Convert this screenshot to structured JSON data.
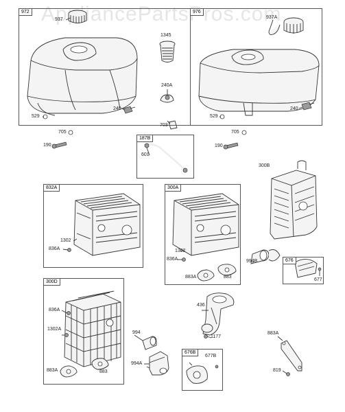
{
  "watermark": "AppliancePartsPros.com",
  "boxes": {
    "b972": "972",
    "b976": "976",
    "b187B": "187B",
    "b832A": "832A",
    "b300A": "300A",
    "b300D": "300D",
    "b676": "676",
    "b676B": "676B"
  },
  "callouts": {
    "c937": "937",
    "c937A": "937A",
    "c1345": "1345",
    "c240A": "240A",
    "c240_l": "240",
    "c240_r": "240",
    "c529_l": "529",
    "c529_r": "529",
    "c703": "703",
    "c705_l": "705",
    "c705_r": "705",
    "c190_l": "190",
    "c190_r": "190",
    "c601": "601",
    "c300B": "300B",
    "c1302_a": "1302",
    "c836A_a": "836A",
    "c1302_b": "1302",
    "c836A_b": "836A",
    "c883A_b": "883A",
    "c883_b": "883",
    "c994B": "994B",
    "c677": "677",
    "c836A_d": "836A",
    "c1302A": "1302A",
    "c883A_d": "883A",
    "c883_d": "883",
    "c994": "994",
    "c994A": "994A",
    "c436": "436",
    "c1177": "1177",
    "c677B": "677B",
    "c883A_r": "883A",
    "c819": "819"
  }
}
